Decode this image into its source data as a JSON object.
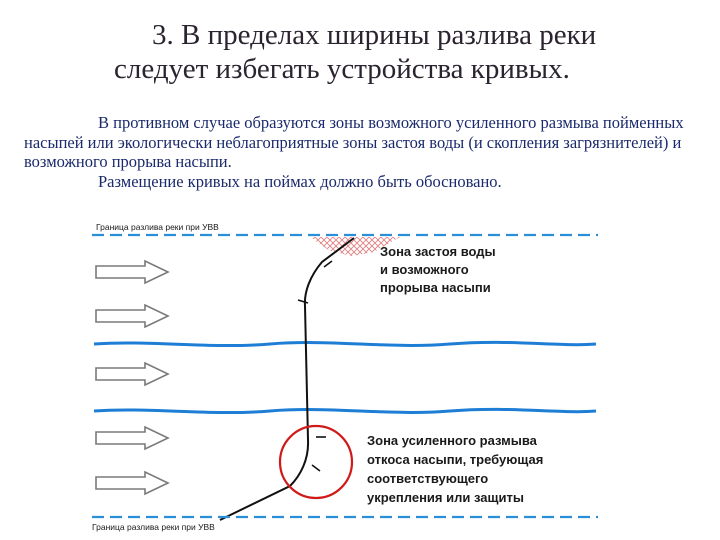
{
  "slide": {
    "title_line1": "3. В пределах ширины разлива реки",
    "title_line2": "следует избегать устройства кривых.",
    "paragraph1": "В противном случае образуются зоны возможного усиленного размыва пойменных насыпей или экологически неблагоприятные зоны застоя воды (и скопления загрязнителей) и возможного прорыва насыпи.",
    "paragraph2": "Размещение кривых на поймах должно быть обосновано."
  },
  "diagram": {
    "top_boundary_label": "Граница разлива реки при УВВ",
    "bottom_boundary_label": "Граница разлива реки при УВВ",
    "zone1_lines": [
      "Зона застоя воды",
      "и возможного",
      "прорыва насыпи"
    ],
    "zone2_lines": [
      "Зона усиленного размыва",
      "откоса насыпи, требующая",
      "соответствующего",
      "укрепления или защиты"
    ],
    "colors": {
      "boundary": "#2a8fd8",
      "channel": "#1e7ed6",
      "hatch": "#e08080",
      "circle": "#d01a1a",
      "arrow": "#7a7a7a",
      "text": "#1a1a1a"
    }
  }
}
